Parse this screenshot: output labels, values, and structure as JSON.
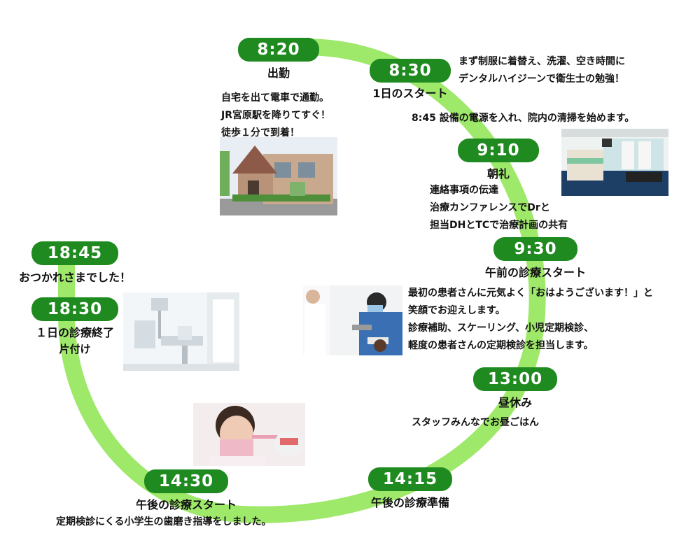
{
  "colors": {
    "ring": "#9ee86a",
    "pill": "#1f8a1f",
    "pill_text": "#ffffff"
  },
  "events": [
    {
      "time": "8:20",
      "title": "出勤"
    },
    {
      "time": "8:30",
      "title": "1日のスタート"
    },
    {
      "time": "9:10",
      "title": "朝礼"
    },
    {
      "time": "9:30",
      "title": "午前の診療スタート"
    },
    {
      "time": "13:00",
      "title": "昼休み"
    },
    {
      "time": "14:15",
      "title": "午後の診療準備"
    },
    {
      "time": "14:30",
      "title": "午後の診療スタート"
    },
    {
      "time": "18:30",
      "title": "１日の診療終了",
      "sub": "片付け"
    },
    {
      "time": "18:45",
      "title": "おつかれさまでした！"
    }
  ],
  "notes": {
    "n820": [
      "自宅を出て電車で通勤。",
      "JR宮原駅を降りてすぐ！",
      "徒歩１分で到着！"
    ],
    "n830": [
      "まず制服に着替え、洗濯、空き時間に",
      "デンタルハイジーンで衛生士の勉強！"
    ],
    "n845": "8:45  設備の電源を入れ、院内の清掃を始めます。",
    "n910": [
      "連絡事項の伝達",
      "治療カンファレンスでDrと",
      "担当DHとTCで治療計画の共有"
    ],
    "n930": [
      "最初の患者さんに元気よく「おはようございます！」と",
      "笑顔でお迎えします。",
      "診療補助、スケーリング、小児定期検診、",
      "軽度の患者さんの定期検診を担当します。"
    ],
    "n1300": "スタッフみんなでお昼ごはん",
    "n1430": "定期検診にくる小学生の歯磨き指導をしました。"
  },
  "photos": [
    {
      "name": "clinic-building-photo"
    },
    {
      "name": "reception-lobby-photo"
    },
    {
      "name": "dental-treatment-photo"
    },
    {
      "name": "treatment-room-photo"
    },
    {
      "name": "hygienist-toothbrush-photo"
    }
  ]
}
